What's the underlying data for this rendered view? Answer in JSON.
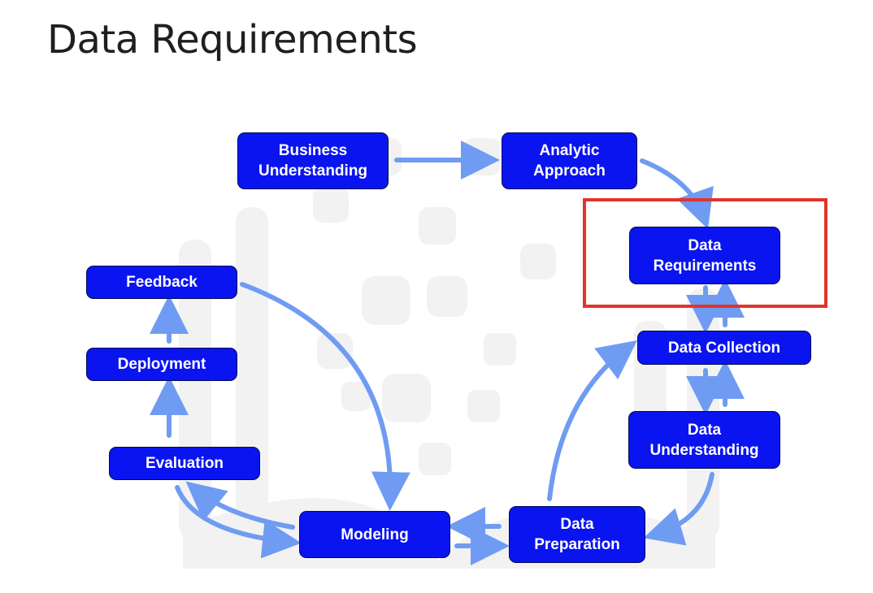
{
  "page_title": "Data Requirements",
  "colors": {
    "node_fill": "#0a14f0",
    "arrow": "#6f9cf2",
    "highlight": "#e0352b",
    "watermark": "#f1f1f1"
  },
  "nodes": {
    "business_understanding": "Business\nUnderstanding",
    "analytic_approach": "Analytic\nApproach",
    "data_requirements": "Data\nRequirements",
    "data_collection": "Data Collection",
    "data_understanding": "Data\nUnderstanding",
    "data_preparation": "Data\nPreparation",
    "modeling": "Modeling",
    "evaluation": "Evaluation",
    "deployment": "Deployment",
    "feedback": "Feedback"
  },
  "highlighted_node": "data_requirements"
}
